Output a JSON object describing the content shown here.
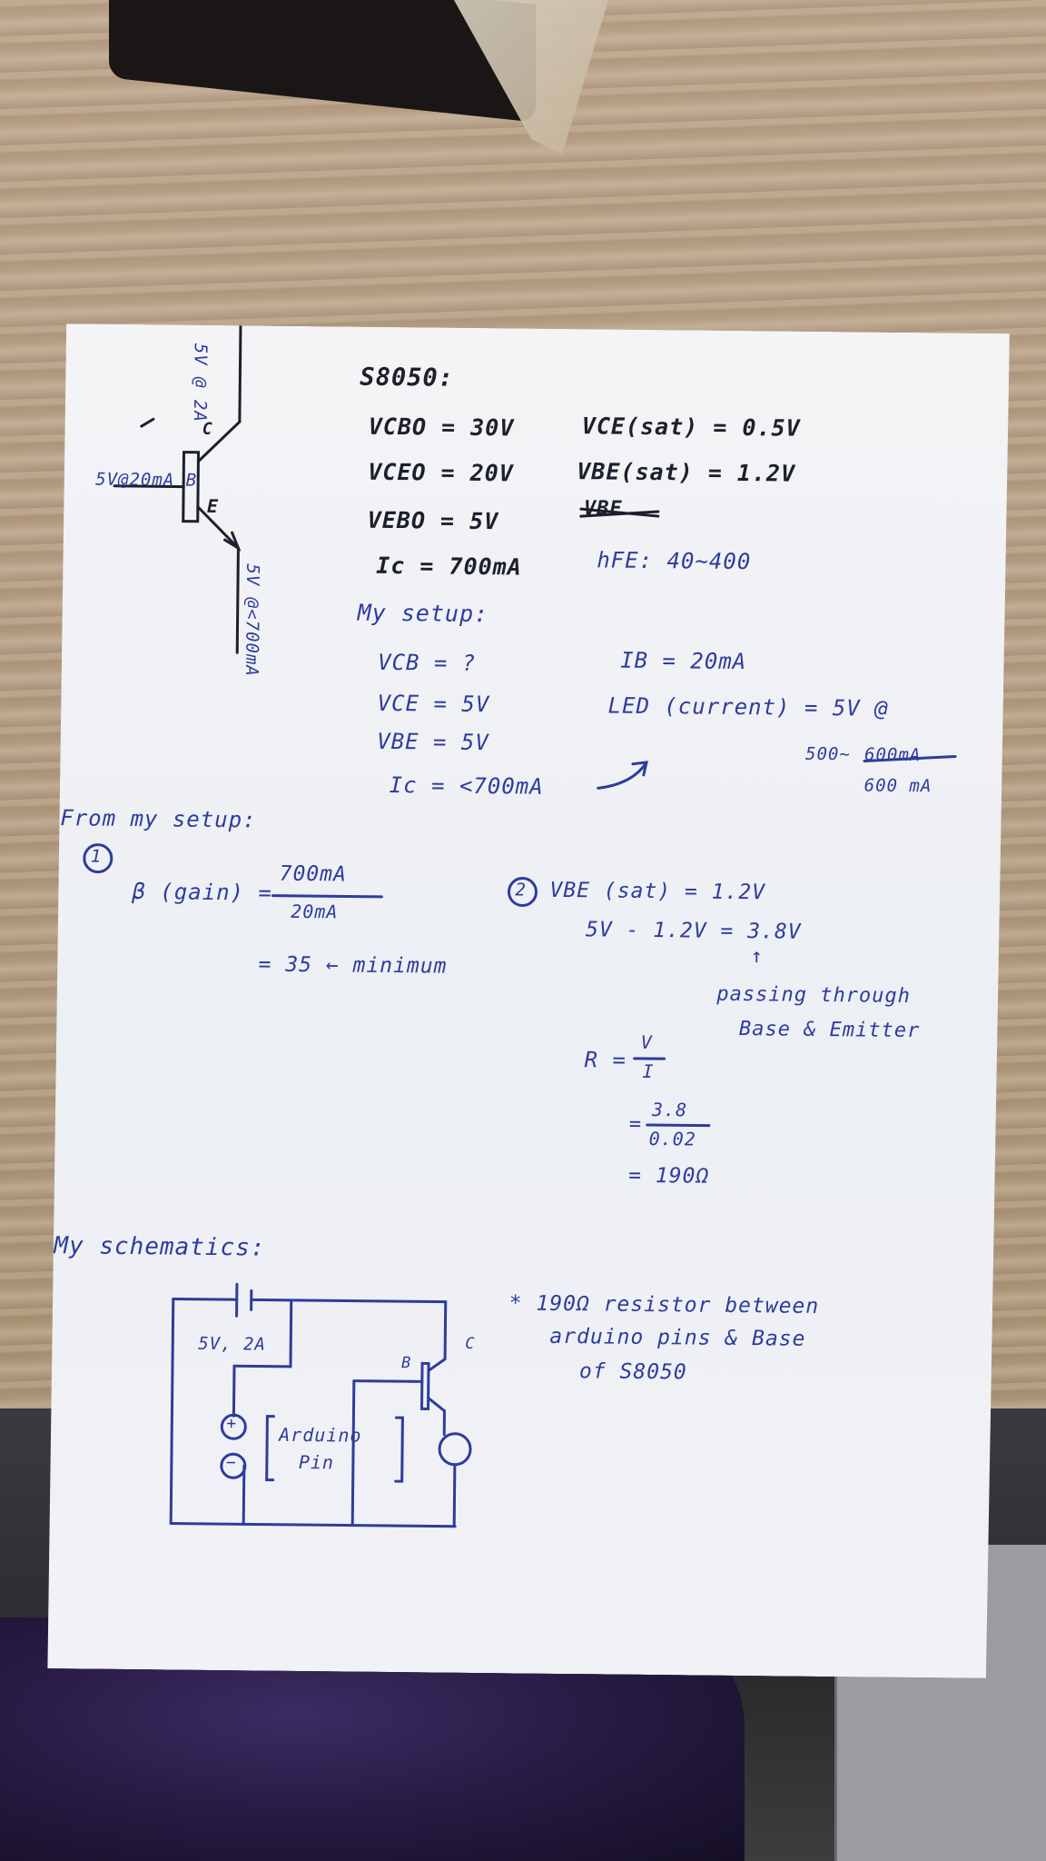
{
  "note": {
    "part": "S8050:",
    "ratings": {
      "vcbo": "VCBO = 30V",
      "vceo": "VCEO = 20V",
      "vebo": "VEBO = 5V",
      "ic": "Ic = 700mA",
      "vce_sat": "VCE(sat) = 0.5V",
      "vbe_sat": "VBE(sat) = 1.2V",
      "struck": "VBE",
      "hfe": "hFE: 40~400"
    },
    "symbol": {
      "base_label": "5V@20mA B",
      "collector_rating": "5V @ 2A",
      "collector_letter": "C",
      "emitter_letter": "E",
      "emitter_rating": "5V @<700mA"
    },
    "setup": {
      "heading": "My setup:",
      "vcb": "VCB = ?",
      "vce": "VCE = 5V",
      "vbe": "VBE = 5V",
      "ic": "Ic = <700mA",
      "ib": "IB = 20mA",
      "led": "LED (current) = 5V @",
      "led_range_a": "500~",
      "led_struck": "600mA",
      "led_range_b": "600 mA"
    },
    "calc": {
      "heading": "From my setup:",
      "step1_num": "1",
      "beta_label": "β (gain) =",
      "beta_num": "700mA",
      "beta_den": "20mA",
      "beta_result": "= 35 ← minimum",
      "step2_num": "2",
      "vbe_sat": "VBE (sat) = 1.2V",
      "subtract": "5V - 1.2V = 3.8V",
      "arrow": "↑",
      "note_line1": "passing through",
      "note_line2": "Base & Emitter",
      "r_label": "R =",
      "r_num1": "V",
      "r_den1": "I",
      "r_eq": "=",
      "r_num2": "3.8",
      "r_den2": "0.02",
      "r_result": "= 190Ω"
    },
    "schematic": {
      "heading": "My schematics:",
      "supply": "5V, 2A",
      "plus": "+",
      "minus": "−",
      "arduino_line1": "Arduino",
      "arduino_line2": "Pin",
      "b_letter": "B",
      "c_letter": "C",
      "remark_line1": "* 190Ω resistor between",
      "remark_line2": "arduino pins & Base",
      "remark_line3": "of S8050"
    }
  }
}
